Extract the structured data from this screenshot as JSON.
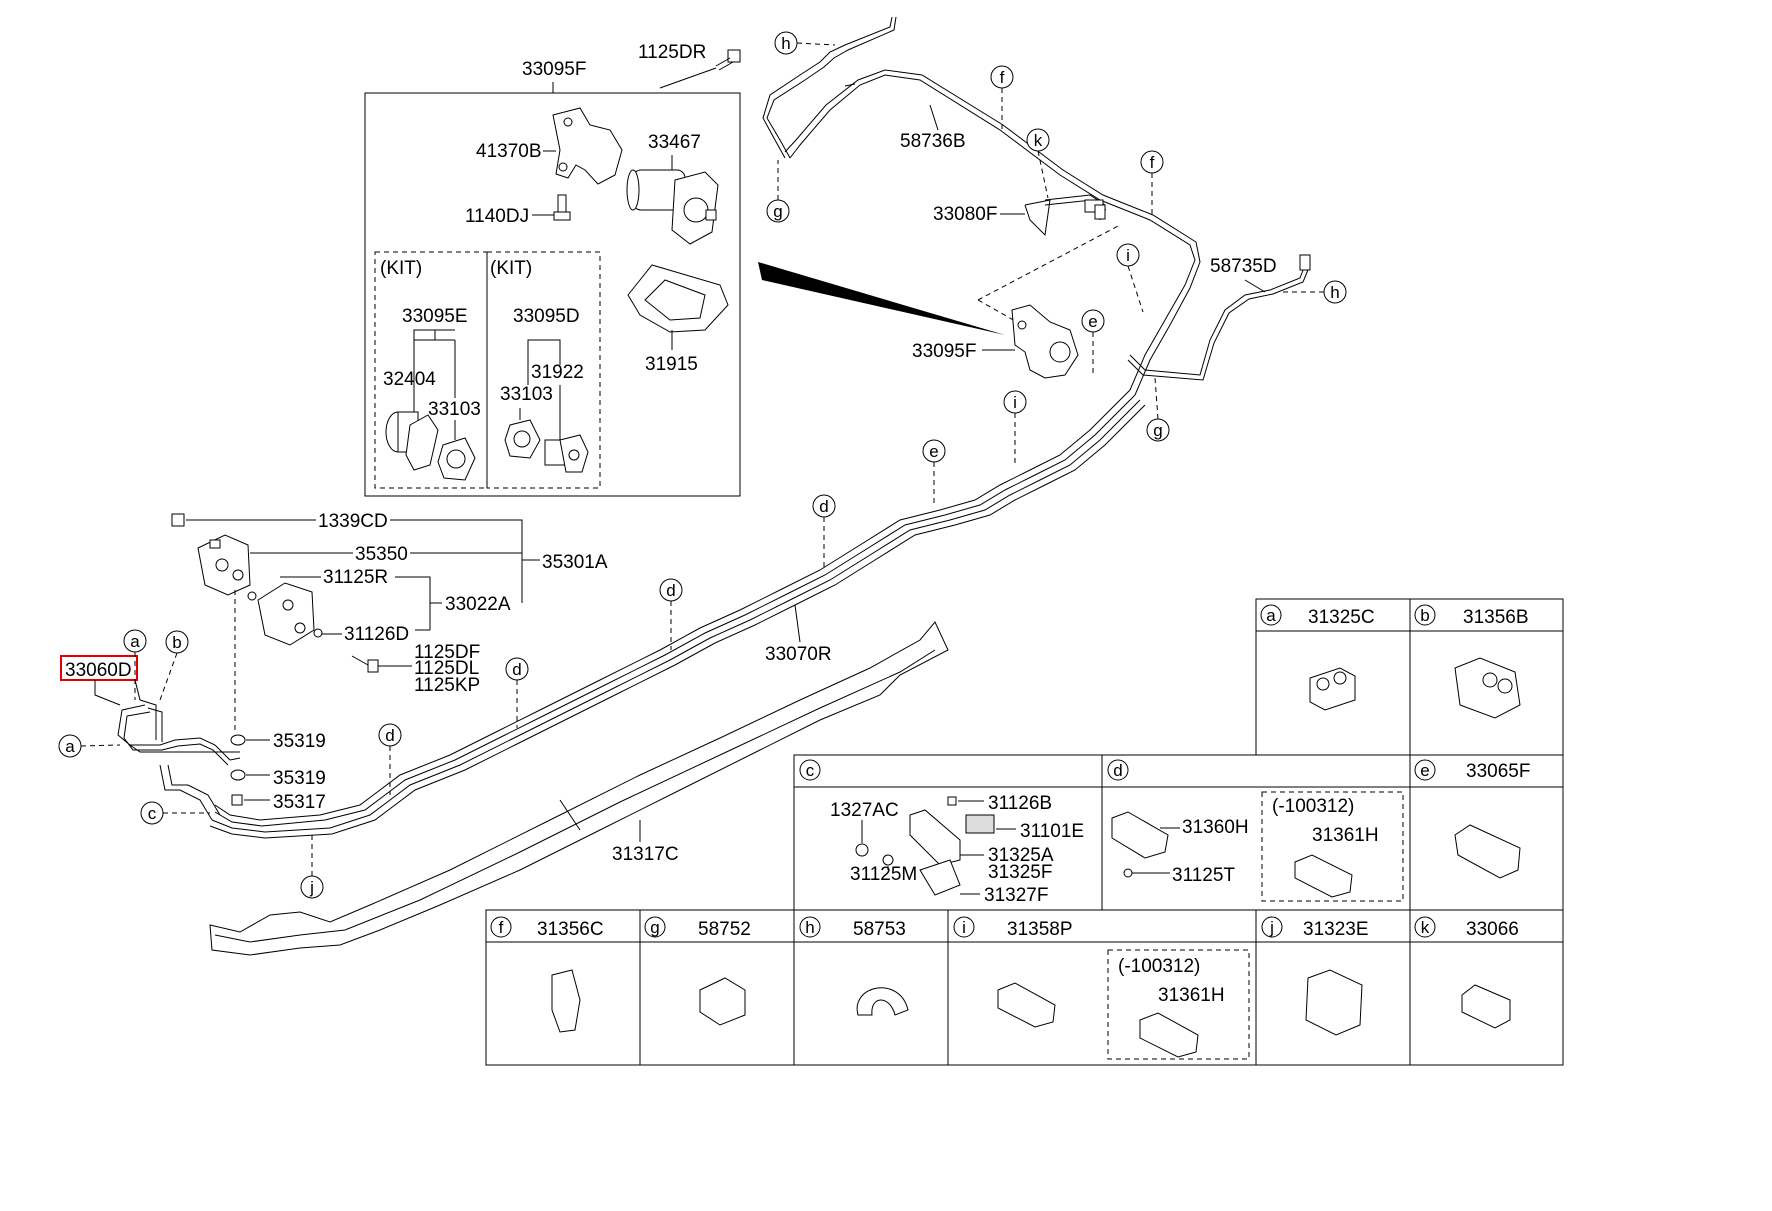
{
  "parts": {
    "p33095F_top": "33095F",
    "p1125DR": "1125DR",
    "p41370B": "41370B",
    "p33467": "33467",
    "p1140DJ": "1140DJ",
    "kit": "(KIT)",
    "p33095E": "33095E",
    "p33095D": "33095D",
    "p32404": "32404",
    "p31922": "31922",
    "p33103": "33103",
    "p31915": "31915",
    "p58736B": "58736B",
    "p33080F": "33080F",
    "p58735D": "58735D",
    "p33095F_mid": "33095F",
    "p1339CD": "1339CD",
    "p35350": "35350",
    "p35301A": "35301A",
    "p31125R": "31125R",
    "p33022A": "33022A",
    "p31126D": "31126D",
    "p1125DF": "1125DF",
    "p1125DL": "1125DL",
    "p1125KP": "1125KP",
    "p33060D": "33060D",
    "p35319": "35319",
    "p35317": "35317",
    "p33070R": "33070R",
    "p31317C": "31317C"
  },
  "callouts": {
    "a": "a",
    "b": "b",
    "c": "c",
    "d": "d",
    "e": "e",
    "f": "f",
    "g": "g",
    "h": "h",
    "i": "i",
    "j": "j",
    "k": "k"
  },
  "table": {
    "a": "31325C",
    "b": "31356B",
    "c_parts": [
      "1327AC",
      "31126B",
      "31101E",
      "31325A",
      "31325F",
      "31125M",
      "31327F"
    ],
    "d_parts": [
      "31360H",
      "31125T"
    ],
    "d_note": "(-100312)",
    "d_note_part": "31361H",
    "e": "33065F",
    "f": "31356C",
    "g": "58752",
    "h": "58753",
    "i": "31358P",
    "i_note": "(-100312)",
    "i_note_part": "31361H",
    "j": "31323E",
    "k": "33066"
  },
  "highlight_color": "#e00000"
}
